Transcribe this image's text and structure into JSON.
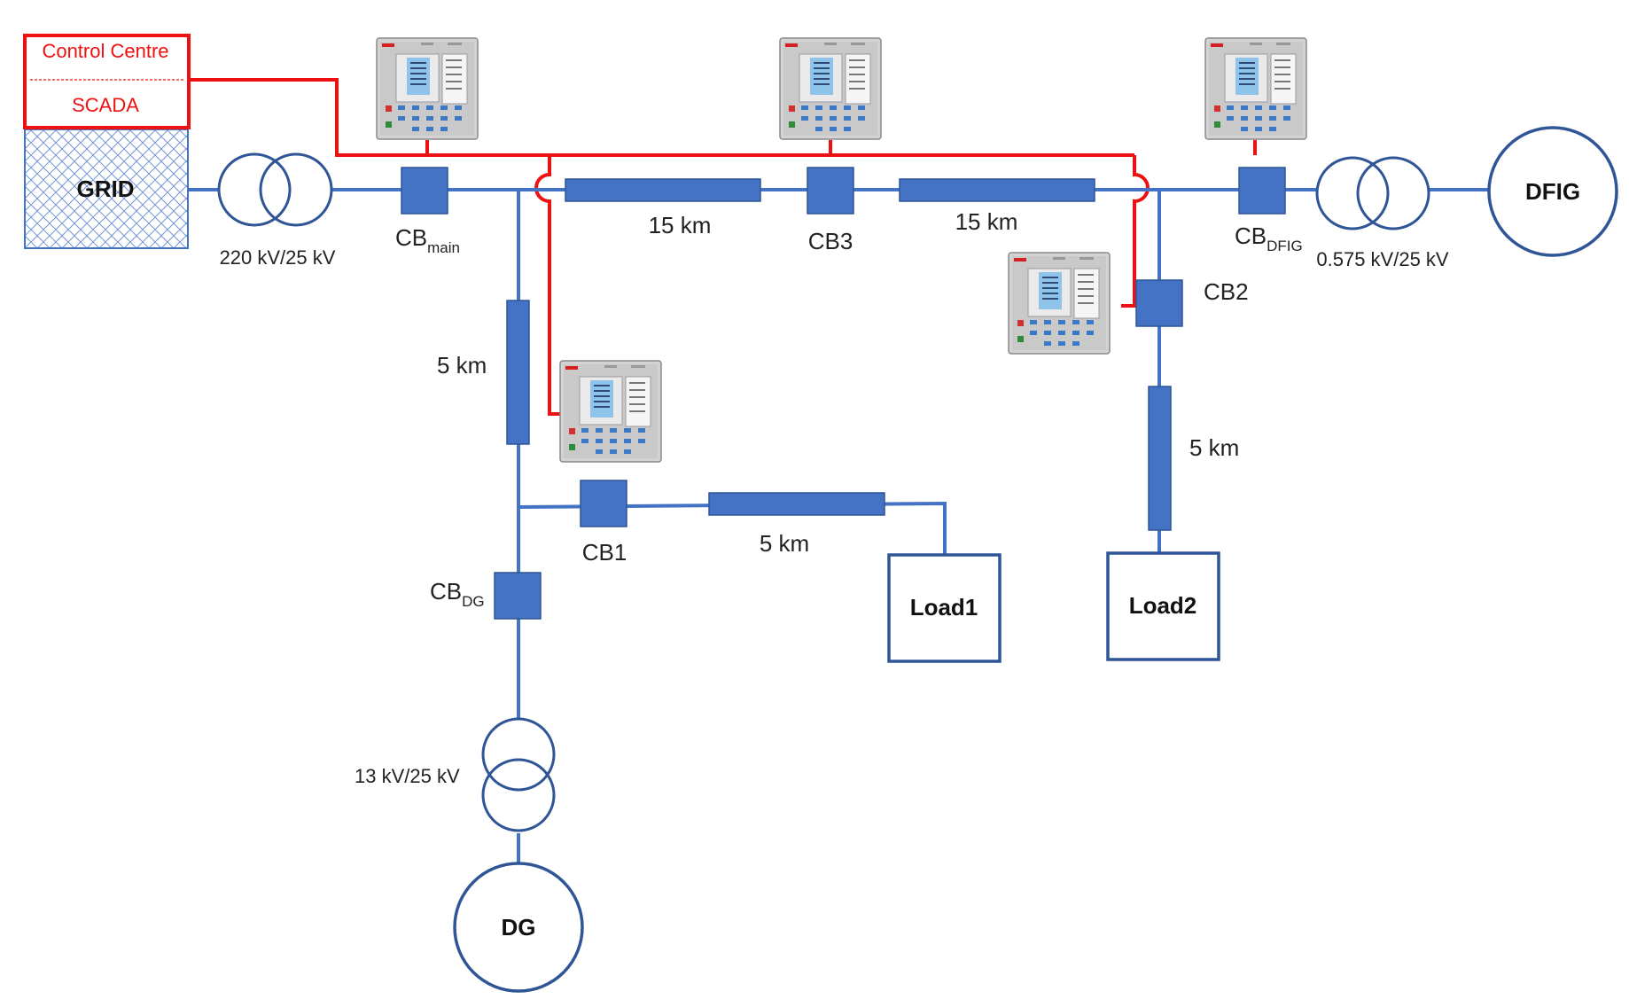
{
  "control_centre": {
    "title": "Control Centre",
    "subtitle": "SCADA"
  },
  "nodes": {
    "grid": "GRID",
    "dfig": "DFIG",
    "dg": "DG",
    "load1": "Load1",
    "load2": "Load2"
  },
  "transformers": {
    "grid_tx": "220 kV/25 kV",
    "dfig_tx": "0.575 kV/25 kV",
    "dg_tx": "13 kV/25 kV"
  },
  "breakers": {
    "cb_main": {
      "base": "CB",
      "sub": "main"
    },
    "cb_dfig": {
      "base": "CB",
      "sub": "DFIG"
    },
    "cb_dg": {
      "base": "CB",
      "sub": "DG"
    },
    "cb1": "CB1",
    "cb2": "CB2",
    "cb3": "CB3"
  },
  "lines": {
    "main_left": "15 km",
    "main_right": "15 km",
    "feeder_dg": "5 km",
    "feeder_load1": "5 km",
    "feeder_load2": "5 km"
  },
  "colors": {
    "network": "#4472c4",
    "comm": "#ee1111",
    "breaker": "#4472c4",
    "node_border": "#2f5597",
    "relay_body": "#d6d6d6"
  },
  "icons": [
    "protection-relay-icon"
  ]
}
